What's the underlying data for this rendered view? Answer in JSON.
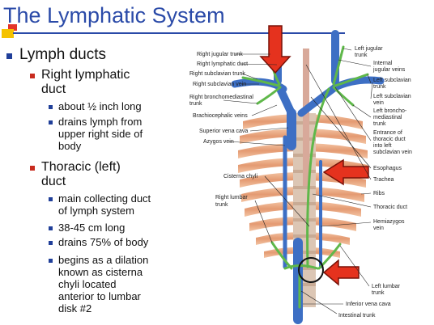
{
  "slide": {
    "title": "The Lymphatic System",
    "bullets": {
      "lymph_ducts": "Lymph ducts",
      "right_duct_line1": "Right lymphatic",
      "right_duct_line2": "duct",
      "right_sub1": "about ½ inch long",
      "right_sub2_line1": "drains lymph from",
      "right_sub2_line2": "upper right side of",
      "right_sub2_line3": "body",
      "thoracic_line1": "Thoracic (left)",
      "thoracic_line2": "duct",
      "thor_sub1_line1": "main collecting duct",
      "thor_sub1_line2": "of  lymph system",
      "thor_sub2": "38-45 cm long",
      "thor_sub3": "drains 75% of body",
      "thor_sub4_line1": "begins as a dilation",
      "thor_sub4_line2": "known as cisterna",
      "thor_sub4_line3": "chyli located",
      "thor_sub4_line4": "anterior to lumbar",
      "thor_sub4_line5": "disk #2"
    }
  },
  "figure": {
    "left_labels": {
      "right_jugular_trunk": "Right jugular trunk",
      "right_lymphatic_duct": "Right lymphatic duct",
      "right_subclavian_trunk": "Right subclavian trunk",
      "right_subclavian_vein": "Right subclavian vein",
      "right_bronchomediastinal_1": "Right bronchomediastinal",
      "right_bronchomediastinal_2": "trunk",
      "brachiocephalic_veins": "Brachiocephalic veins",
      "superior_vena_cava": "Superior vena cava",
      "azygos_vein": "Azygos vein",
      "cisterna_chyli": "Cisterna chyli",
      "right_lumbar_trunk_1": "Right lumbar",
      "right_lumbar_trunk_2": "trunk"
    },
    "right_labels": {
      "left_jugular_trunk_1": "Left jugular",
      "left_jugular_trunk_2": "trunk",
      "internal_jugular_1": "Internal",
      "internal_jugular_2": "jugular veins",
      "left_subclavian_trunk_1": "Left subclavian",
      "left_subclavian_trunk_2": "trunk",
      "left_subclavian_vein_1": "Left subclavian",
      "left_subclavian_vein_2": "vein",
      "left_broncho_1": "Left broncho-",
      "left_broncho_2": "mediastinal",
      "left_broncho_3": "trunk",
      "entrance_1": "Entrance of",
      "entrance_2": "thoracic duct",
      "entrance_3": "into left",
      "entrance_4": "subclavian vein",
      "esophagus": "Esophagus",
      "trachea": "Trachea",
      "ribs": "Ribs",
      "thoracic_duct": "Thoracic duct",
      "hemiazygos_1": "Hemiazygos",
      "hemiazygos_2": "vein",
      "left_lumbar_1": "Left lumbar",
      "left_lumbar_2": "trunk",
      "inferior_vena_cava": "Inferior vena cava",
      "intestinal_trunk": "Intestinal trunk"
    },
    "colors": {
      "vein_blue": "#3d6fc4",
      "lymph_green": "#5fb84a",
      "rib_orange": "#e9a07a",
      "arrow_red": "#e5321e",
      "title_blue": "#2a4aa8"
    }
  }
}
